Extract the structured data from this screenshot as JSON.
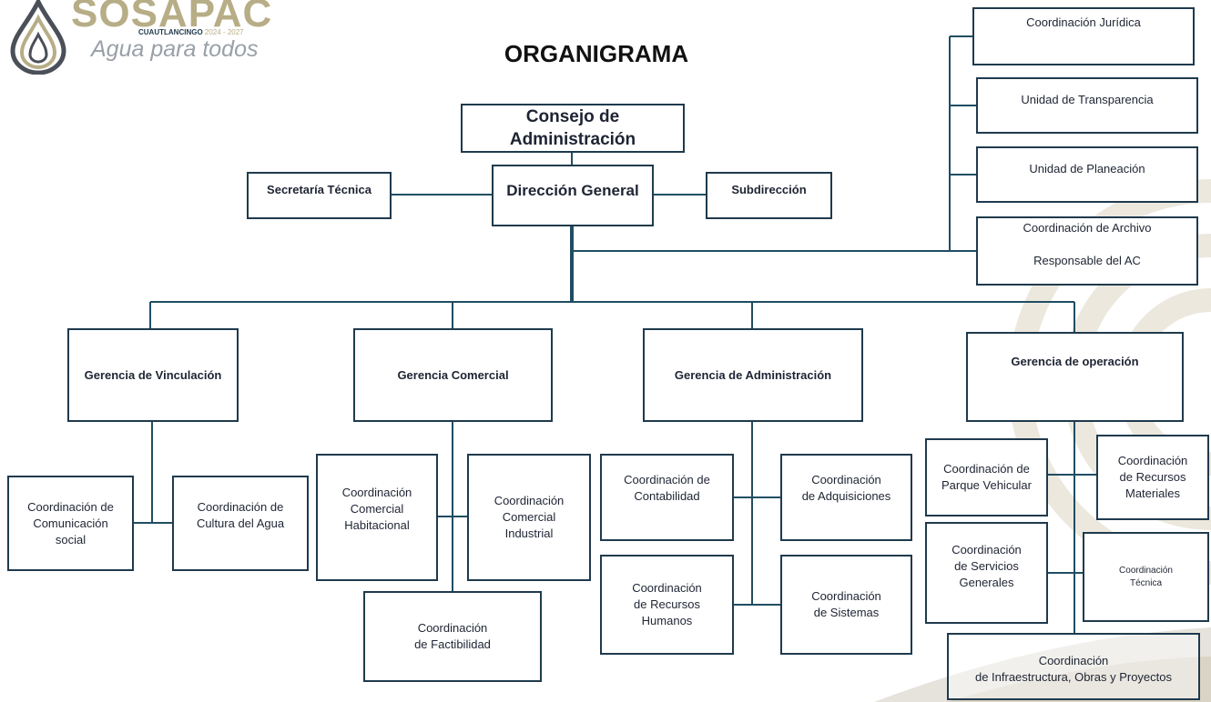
{
  "logo": {
    "name": "SOSAPAC",
    "municipality": "CUAUTLANCINGO",
    "period": "2024 - 2027",
    "slogan": "Agua para todos"
  },
  "title": "ORGANIGRAMA",
  "top": {
    "consejo": "Consejo de\nAdministración",
    "direccion": "Dirección General",
    "secretaria": "Secretaría Técnica",
    "subdireccion": "Subdirección"
  },
  "staff": {
    "juridica": "Coordinación Jurídica",
    "transparencia": "Unidad de Transparencia",
    "planeacion": "Unidad de Planeación",
    "archivo": "Coordinación de Archivo\n\nResponsable del AC"
  },
  "gerencias": {
    "vinculacion": {
      "label": "Gerencia de Vinculación",
      "comunicacion": "Coordinación de\nComunicación\nsocial",
      "cultura": "Coordinación de\nCultura del Agua"
    },
    "comercial": {
      "label": "Gerencia Comercial",
      "habitacional": "Coordinación\nComercial\nHabitacional",
      "industrial": "Coordinación\nComercial\nIndustrial",
      "factibilidad": "Coordinación\nde Factibilidad"
    },
    "administracion": {
      "label": "Gerencia de Administración",
      "contabilidad": "Coordinación de\nContabilidad",
      "adquisiciones": "Coordinación\nde Adquisiciones",
      "rh": "Coordinación\nde Recursos\nHumanos",
      "sistemas": "Coordinación\nde Sistemas"
    },
    "operacion": {
      "label": "Gerencia de operación",
      "parque": "Coordinación de\nParque Vehicular",
      "materiales": "Coordinación\nde Recursos\nMateriales",
      "servicios": "Coordinación\nde Servicios\nGenerales",
      "tecnica": "Coordinación\nTécnica",
      "infraestructura": "Coordinación\nde Infraestructura, Obras y Proyectos"
    }
  },
  "colors": {
    "line": "#1f4e63",
    "box_border": "#1f3a4d",
    "logo_gold": "#b7ad86"
  }
}
